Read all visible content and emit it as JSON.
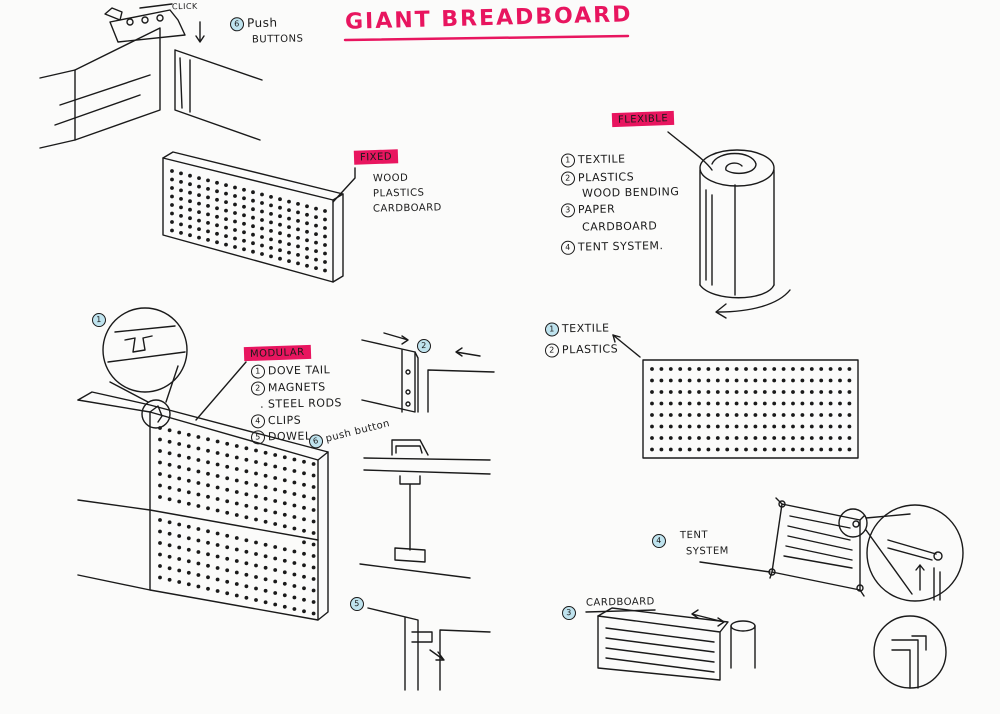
{
  "title": "GIANT BREADBOARD",
  "push_buttons": {
    "badge": "6",
    "line1": "Push",
    "line2": "BUTTONS",
    "click": "CLICK"
  },
  "fixed": {
    "tag": "FIXED",
    "materials": [
      "WOOD",
      "PLASTICS",
      "CARDBOARD"
    ]
  },
  "flexible": {
    "tag": "FLEXIBLE",
    "items": [
      {
        "badge": "1",
        "text": "TEXTILE"
      },
      {
        "badge": "2",
        "text": "PLASTICS"
      },
      {
        "badge": "",
        "text": "WOOD BENDING"
      },
      {
        "badge": "3",
        "text": "PAPER"
      },
      {
        "badge": "",
        "text": "CARDBOARD"
      },
      {
        "badge": "4",
        "text": "TENT SYSTEM."
      }
    ]
  },
  "modular": {
    "tag": "MODULAR",
    "callout_badge": "1",
    "items": [
      {
        "badge": "1",
        "text": "DOVE TAIL"
      },
      {
        "badge": "2",
        "text": "MAGNETS"
      },
      {
        "badge": "",
        "text": ". STEEL RODS"
      },
      {
        "badge": "4",
        "text": "CLIPS"
      },
      {
        "badge": "5",
        "text": "DOWEL"
      },
      {
        "badge": "6",
        "text": "push button"
      }
    ]
  },
  "flat_panel": {
    "items": [
      {
        "badge": "1",
        "text": "TEXTILE"
      },
      {
        "badge": "2",
        "text": "PLASTICS"
      }
    ]
  },
  "joints": {
    "magnet_badge": "2",
    "dowel_badge": "5"
  },
  "tent": {
    "badge": "4",
    "line1": "TENT",
    "line2": "SYSTEM"
  },
  "cardboard": {
    "badge": "3",
    "text": "CARDBOARD"
  },
  "colors": {
    "accent": "#e8155f",
    "highlight": "#bfe3ee",
    "ink": "#1a1a1a"
  }
}
